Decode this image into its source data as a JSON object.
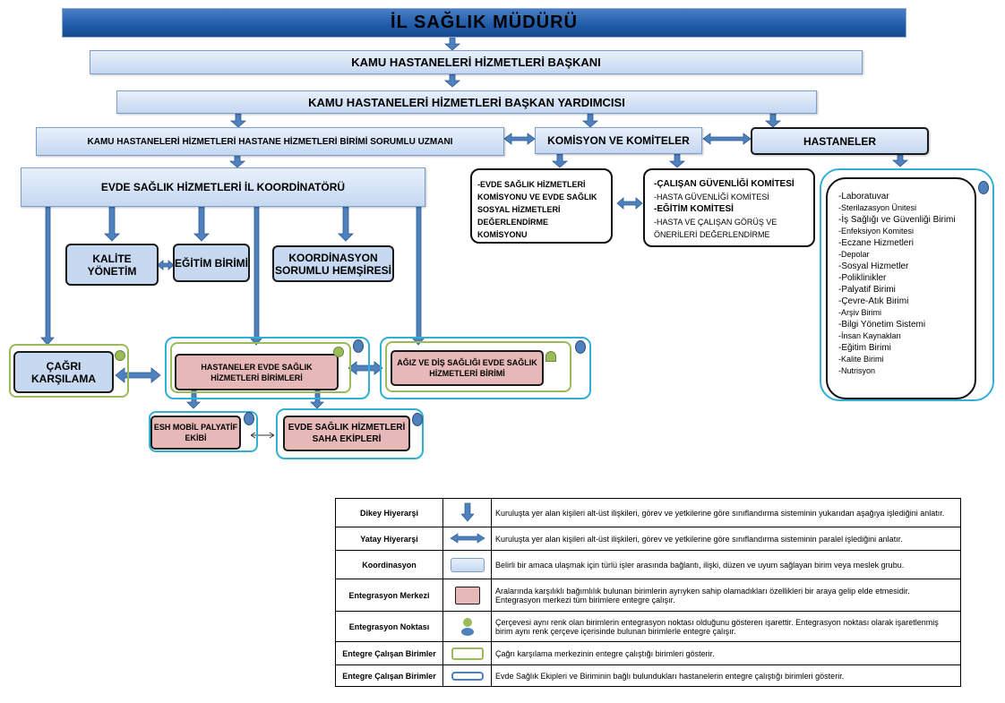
{
  "top": {
    "director": "İL SAĞLIK MÜDÜRÜ",
    "president": "KAMU HASTANELERİ HİZMETLERİ BAŞKANI",
    "vice_president": "KAMU HASTANELERİ HİZMETLERİ BAŞKAN YARDIMCISI"
  },
  "row3": {
    "specialist": "KAMU HASTANELERİ HİZMETLERİ HASTANE  HİZMETLERİ BİRİMİ SORUMLU UZMANI",
    "commission": "KOMİSYON VE KOMİTELER",
    "hospitals": "HASTANELER"
  },
  "coordinator": "EVDE SAĞLIK HİZMETLERİ İL KOORDİNATÖRÜ",
  "units": {
    "quality": "KALİTE YÖNETİM",
    "education": "EĞİTİM BİRİMİ",
    "coord_nurse": "KOORDİNASYON SORUMLU HEMŞİRESİ"
  },
  "commissions_left": [
    "-EVDE SAĞLIK HİZMETLERİ",
    "KOMİSYONU VE EVDE SAĞLIK",
    "SOSYAL HİZMETLERİ",
    "DEĞERLENDİRME",
    "KOMİSYONU"
  ],
  "commissions_right": [
    "-ÇALIŞAN GÜVENLİĞİ KOMİTESİ",
    "-HASTA GÜVENLİĞİ KOMİTESİ",
    "-EĞİTİM KOMİTESİ",
    "-HASTA VE ÇALIŞAN GÖRÜŞ VE",
    "ÖNERİLERİ DEĞERLENDİRME"
  ],
  "hospital_units": [
    "-Laboratuvar",
    "-Sterilazasyon Ünitesi",
    "-İş Sağlığı ve Güvenliği Birimi",
    "-Enfeksiyon Komitesi",
    "-Eczane Hizmetleri",
    "-Depolar",
    "-Sosyal Hizmetler",
    "-Poliklinikler",
    "-Palyatif Birimi",
    "-Çevre-Atık Birimi",
    "-Arşiv Birimi",
    "-Bilgi Yönetim Sistemi",
    "-İnsan Kaynakları",
    "-Eğitim Birimi",
    "-Kalite Birimi",
    "-Nutrisyon"
  ],
  "bottom_units": {
    "call_center": "ÇAĞRI KARŞILAMA",
    "hospital_home": "HASTANELER EVDE SAĞLIK HİZMETLERİ BİRİMLERİ",
    "oral_dental": "AĞIZ VE DİŞ SAĞLIĞI EVDE SAĞLIK HİZMETLERİ BİRİMİ",
    "esh_mobile": "ESH MOBİL PALYATİF EKİBİ",
    "field_teams": "EVDE SAĞLIK HİZMETLERİ SAHA EKİPLERİ"
  },
  "legend": [
    {
      "key": "Dikey Hiyerarşi",
      "desc": "Kuruluşta yer alan kişileri alt-üst ilişkileri, görev ve yetkilerine göre sınıflandırma sisteminin yukarıdan aşağıya işlediğini anlatır.",
      "icon": "down-arrow-icon"
    },
    {
      "key": "Yatay Hiyerarşi",
      "desc": "Kuruluşta yer alan kişileri alt-üst ilişkileri, görev ve yetkilerine göre sınıflandırma sisteminin paralel işlediğini anlatır.",
      "icon": "double-arrow-icon"
    },
    {
      "key": "Koordinasyon",
      "desc": "Belirli bir amaca ulaşmak için türlü işler arasında bağlantı, ilişki, düzen ve uyum sağlayan birim veya meslek grubu.",
      "icon": "blue-box-icon"
    },
    {
      "key": "Entegrasyon Merkezi",
      "desc": "Aralarında karşılıklı bağımlılık bulunan birimlerin ayrıyken sahip olamadıkları özellikleri bir araya gelip elde etmesidir. Entegrasyon merkezi tüm birimlere entegre çalışır.",
      "icon": "pink-box-icon"
    },
    {
      "key": "Entegrasyon Noktası",
      "desc": "Çerçevesi aynı renk olan birimlerin entegrasyon noktası olduğunu gösteren işarettir. Entegrasyon noktası olarak işaretlenmiş birim aynı renk çerçeve içerisinde bulunan birimlerle entegre çalışır.",
      "icon": "dot-icon"
    },
    {
      "key": "Entegre Çalışan Birimler",
      "desc": "Çağrı karşılama merkezinin entegre çalıştığı birimleri gösterir.",
      "icon": "green-frame-icon"
    },
    {
      "key": "Entegre Çalışan Birimler",
      "desc": "Evde Sağlık Ekipleri ve Biriminin bağlı bulundukları hastanelerin entegre çalıştığı birimleri gösterir.",
      "icon": "blue-frame-icon"
    }
  ]
}
